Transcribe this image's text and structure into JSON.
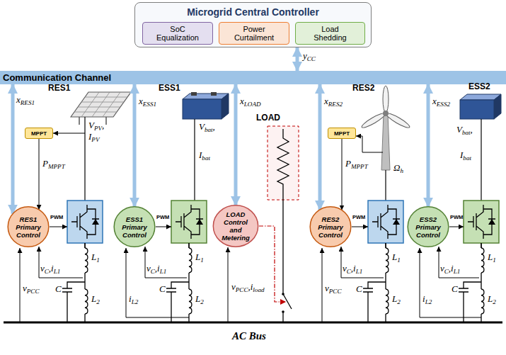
{
  "diagram": {
    "nodes": [
      {
        "text": [
          "Microgrid Central Controller"
        ]
      },
      {
        "text": [
          "SoC Equalization"
        ],
        "in": 0
      },
      {
        "text": [
          "Power Curtailment"
        ],
        "in": 0
      },
      {
        "text": [
          "Load Shedding"
        ],
        "in": 0
      },
      {
        "text": [
          "Communication Channel"
        ]
      },
      {
        "text": [
          "RES1 Primary Control"
        ]
      },
      {
        "text": [
          "MPPT"
        ]
      },
      {
        "text": [
          "ESS1 Primary Control"
        ]
      },
      {
        "text": [
          "LOAD Control and Metering"
        ]
      },
      {
        "text": [
          "RES2 Primary Control"
        ]
      },
      {
        "text": [
          "MPPT"
        ]
      },
      {
        "text": [
          "ESS2 Primary Control"
        ]
      }
    ],
    "edges": [
      {
        "from": 0,
        "to": 4,
        "arrow": "both",
        "label": "yCC"
      },
      {
        "from": 4,
        "to": 5,
        "arrow": "both",
        "label": "xRES1"
      },
      {
        "from": 4,
        "to": 7,
        "arrow": "both",
        "label": "xESS1"
      },
      {
        "from": 4,
        "to": 8,
        "arrow": "both",
        "label": "xLOAD"
      },
      {
        "from": 4,
        "to": 9,
        "arrow": "both",
        "label": "xRES2"
      },
      {
        "from": 4,
        "to": 11,
        "arrow": "both",
        "label": "xESS2"
      },
      {
        "from": 6,
        "to": 5,
        "arrow": "to",
        "label": "PMPPT"
      },
      {
        "from": 10,
        "to": 9,
        "arrow": "to",
        "label": "PMPPT"
      }
    ],
    "labels": [
      "RES1",
      "ESS1",
      "LOAD",
      "RES2",
      "ESS2",
      "VPV,",
      "IPV",
      "Vbat,",
      "Ibat",
      "Vbat,",
      "Ibat",
      "Ωh",
      "PWM",
      "PWM",
      "PWM",
      "PWM",
      "vC,iL1",
      "vC,iL1",
      "vC,iL1",
      "vC,iL1",
      "L1",
      "L1",
      "L1",
      "L1",
      "C",
      "C",
      "C",
      "C",
      "L2",
      "L2",
      "L2",
      "L2",
      "vPCC",
      "iL2",
      "vPCC,iload",
      "vPCC",
      "iL2",
      "AC Bus"
    ]
  }
}
